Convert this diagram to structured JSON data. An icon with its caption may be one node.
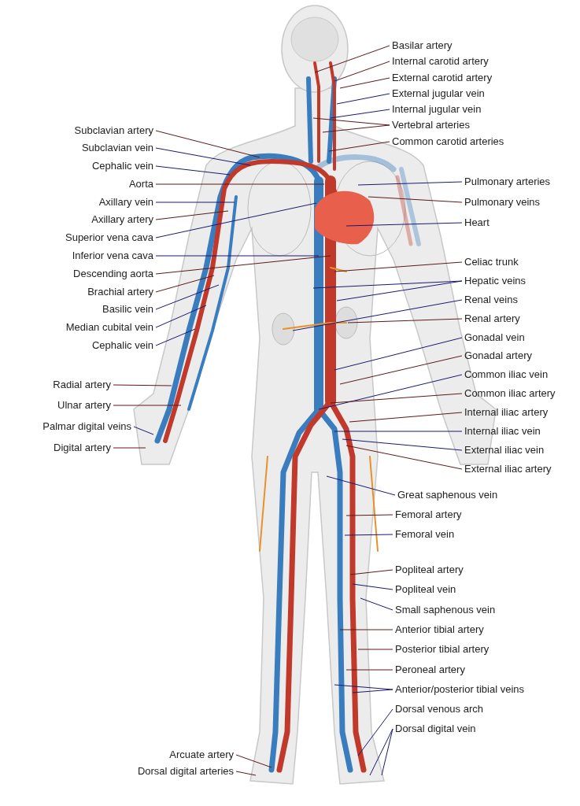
{
  "diagram": {
    "nodes": [
      {
        "text": [
          "Basilar artery"
        ]
      },
      {
        "text": [
          "Internal carotid artery"
        ]
      },
      {
        "text": [
          "External carotid artery"
        ]
      },
      {
        "text": [
          "External jugular vein"
        ]
      },
      {
        "text": [
          "Internal jugular vein"
        ]
      },
      {
        "text": [
          "Vertebral arteries"
        ]
      },
      {
        "text": [
          "Common carotid arteries"
        ]
      },
      {
        "text": [
          "Subclavian artery"
        ]
      },
      {
        "text": [
          "Subclavian vein"
        ]
      },
      {
        "text": [
          "Cephalic vein"
        ]
      },
      {
        "text": [
          "Aorta"
        ]
      },
      {
        "text": [
          "Axillary vein"
        ]
      },
      {
        "text": [
          "Axillary artery"
        ]
      },
      {
        "text": [
          "Superior vena cava"
        ]
      },
      {
        "text": [
          "Inferior vena cava"
        ]
      },
      {
        "text": [
          "Descending aorta"
        ]
      },
      {
        "text": [
          "Brachial artery"
        ]
      },
      {
        "text": [
          "Basilic vein"
        ]
      },
      {
        "text": [
          "Median cubital vein"
        ]
      },
      {
        "text": [
          "Cephalic vein"
        ]
      },
      {
        "text": [
          "Radial artery"
        ]
      },
      {
        "text": [
          "Ulnar artery"
        ]
      },
      {
        "text": [
          "Palmar digital veins"
        ]
      },
      {
        "text": [
          "Digital artery"
        ]
      },
      {
        "text": [
          "Pulmonary arteries"
        ]
      },
      {
        "text": [
          "Pulmonary veins"
        ]
      },
      {
        "text": [
          "Heart"
        ]
      },
      {
        "text": [
          "Celiac trunk"
        ]
      },
      {
        "text": [
          "Hepatic veins"
        ]
      },
      {
        "text": [
          "Renal veins"
        ]
      },
      {
        "text": [
          "Renal artery"
        ]
      },
      {
        "text": [
          "Gonadal vein"
        ]
      },
      {
        "text": [
          "Gonadal artery"
        ]
      },
      {
        "text": [
          "Common iliac vein"
        ]
      },
      {
        "text": [
          "Common iliac artery"
        ]
      },
      {
        "text": [
          "Internal iliac artery"
        ]
      },
      {
        "text": [
          "Internal iliac vein"
        ]
      },
      {
        "text": [
          "External iliac vein"
        ]
      },
      {
        "text": [
          "External iliac artery"
        ]
      },
      {
        "text": [
          "Great saphenous vein"
        ]
      },
      {
        "text": [
          "Femoral artery"
        ]
      },
      {
        "text": [
          "Femoral vein"
        ]
      },
      {
        "text": [
          "Popliteal artery"
        ]
      },
      {
        "text": [
          "Popliteal vein"
        ]
      },
      {
        "text": [
          "Small saphenous vein"
        ]
      },
      {
        "text": [
          "Anterior tibial artery"
        ]
      },
      {
        "text": [
          "Posterior tibial artery"
        ]
      },
      {
        "text": [
          "Peroneal artery"
        ]
      },
      {
        "text": [
          "Anterior/posterior tibial veins"
        ]
      },
      {
        "text": [
          "Dorsal venous arch"
        ]
      },
      {
        "text": [
          "Dorsal digital vein"
        ]
      },
      {
        "text": [
          "Arcuate artery"
        ]
      },
      {
        "text": [
          "Dorsal digital arteries"
        ]
      }
    ],
    "edges": [
      {
        "from": 0,
        "to": null,
        "arrow": "none"
      },
      {
        "from": 1,
        "to": null,
        "arrow": "none"
      },
      {
        "from": 2,
        "to": null,
        "arrow": "none"
      },
      {
        "from": 3,
        "to": null,
        "arrow": "none",
        "color": "#1a1a70"
      },
      {
        "from": 4,
        "to": null,
        "arrow": "none",
        "color": "#1a1a70"
      },
      {
        "from": 5,
        "to": null,
        "arrow": "none"
      },
      {
        "from": 5,
        "to": null,
        "arrow": "none"
      },
      {
        "from": 6,
        "to": null,
        "arrow": "none"
      },
      {
        "from": 7,
        "to": null,
        "arrow": "none"
      },
      {
        "from": 8,
        "to": null,
        "arrow": "none",
        "color": "#1a1a70"
      },
      {
        "from": 9,
        "to": null,
        "arrow": "none",
        "color": "#1a1a70"
      },
      {
        "from": 10,
        "to": null,
        "arrow": "none"
      },
      {
        "from": 11,
        "to": null,
        "arrow": "none",
        "color": "#1a1a70"
      },
      {
        "from": 12,
        "to": null,
        "arrow": "none"
      },
      {
        "from": 13,
        "to": null,
        "arrow": "none",
        "color": "#1a1a70"
      },
      {
        "from": 14,
        "to": null,
        "arrow": "none",
        "color": "#1a1a70"
      },
      {
        "from": 15,
        "to": null,
        "arrow": "none"
      },
      {
        "from": 16,
        "to": null,
        "arrow": "none"
      },
      {
        "from": 17,
        "to": null,
        "arrow": "none",
        "color": "#1a1a70"
      },
      {
        "from": 18,
        "to": null,
        "arrow": "none",
        "color": "#1a1a70"
      },
      {
        "from": 19,
        "to": null,
        "arrow": "none",
        "color": "#1a1a70"
      },
      {
        "from": 20,
        "to": null,
        "arrow": "none"
      },
      {
        "from": 21,
        "to": null,
        "arrow": "none"
      },
      {
        "from": 22,
        "to": null,
        "arrow": "none",
        "color": "#1a1a70"
      },
      {
        "from": 23,
        "to": null,
        "arrow": "none"
      },
      {
        "from": 24,
        "to": null,
        "arrow": "none",
        "color": "#1a1a70"
      },
      {
        "from": 25,
        "to": null,
        "arrow": "none"
      },
      {
        "from": 26,
        "to": null,
        "arrow": "none",
        "color": "#1a1a70"
      },
      {
        "from": 27,
        "to": null,
        "arrow": "none"
      },
      {
        "from": 28,
        "to": null,
        "arrow": "none",
        "color": "#1a1a70"
      },
      {
        "from": 28,
        "to": null,
        "arrow": "none",
        "color": "#1a1a70"
      },
      {
        "from": 29,
        "to": null,
        "arrow": "none",
        "color": "#1a1a70"
      },
      {
        "from": 30,
        "to": null,
        "arrow": "none"
      },
      {
        "from": 31,
        "to": null,
        "arrow": "none",
        "color": "#1a1a70"
      },
      {
        "from": 32,
        "to": null,
        "arrow": "none"
      },
      {
        "from": 33,
        "to": null,
        "arrow": "none",
        "color": "#1a1a70"
      },
      {
        "from": 34,
        "to": null,
        "arrow": "none"
      },
      {
        "from": 35,
        "to": null,
        "arrow": "none"
      },
      {
        "from": 36,
        "to": null,
        "arrow": "none",
        "color": "#1a1a70"
      },
      {
        "from": 37,
        "to": null,
        "arrow": "none",
        "color": "#1a1a70"
      },
      {
        "from": 38,
        "to": null,
        "arrow": "none"
      },
      {
        "from": 39,
        "to": null,
        "arrow": "none",
        "color": "#1a1a70"
      },
      {
        "from": 40,
        "to": null,
        "arrow": "none"
      },
      {
        "from": 41,
        "to": null,
        "arrow": "none",
        "color": "#1a1a70"
      },
      {
        "from": 42,
        "to": null,
        "arrow": "none"
      },
      {
        "from": 43,
        "to": null,
        "arrow": "none",
        "color": "#1a1a70"
      },
      {
        "from": 44,
        "to": null,
        "arrow": "none",
        "color": "#1a1a70"
      },
      {
        "from": 45,
        "to": null,
        "arrow": "none"
      },
      {
        "from": 46,
        "to": null,
        "arrow": "none"
      },
      {
        "from": 47,
        "to": null,
        "arrow": "none"
      },
      {
        "from": 48,
        "to": null,
        "arrow": "none",
        "color": "#1a1a70"
      },
      {
        "from": 48,
        "to": null,
        "arrow": "none",
        "color": "#1a1a70"
      },
      {
        "from": 49,
        "to": null,
        "arrow": "none",
        "color": "#1a1a70"
      },
      {
        "from": 50,
        "to": null,
        "arrow": "none",
        "color": "#1a1a70"
      },
      {
        "from": 50,
        "to": null,
        "arrow": "none",
        "color": "#1a1a70"
      },
      {
        "from": 51,
        "to": null,
        "arrow": "none"
      },
      {
        "from": 52,
        "to": null,
        "arrow": "none"
      }
    ]
  }
}
